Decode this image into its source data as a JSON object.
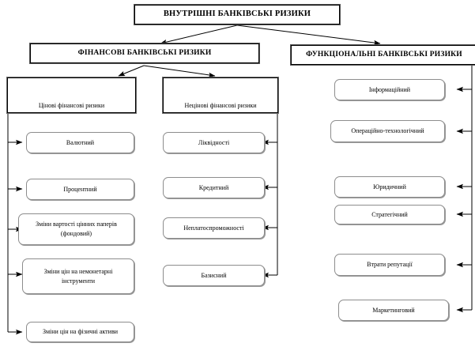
{
  "diagram": {
    "title": "ВНУТРІШНІ БАНКІВСЬКІ РИЗИКИ",
    "type": "hierarchy-tree",
    "root": {
      "label": "ВНУТРІШНІ БАНКІВСЬКІ РИЗИКИ"
    },
    "level1": [
      {
        "label": "ФІНАНСОВІ БАНКІВСЬКІ РИЗИКИ"
      },
      {
        "label": "ФУНКЦІОНАЛЬНІ БАНКІВСЬКІ РИЗИКИ"
      }
    ],
    "groups": [
      {
        "label": "Цінові фінансові ризики"
      },
      {
        "label": "Нецінові фінансові ризики"
      }
    ],
    "price_risks": [
      {
        "line1": "Валютний",
        "line2": ""
      },
      {
        "line1": "Процентний",
        "line2": ""
      },
      {
        "line1": "Зміни вартості цінних паперів",
        "line2": "(фондовий)"
      },
      {
        "line1": "Зміни цін на немонетарні",
        "line2": "інструменти"
      },
      {
        "line1": "Зміни цін на фізичні активи",
        "line2": ""
      }
    ],
    "nonprice_risks": [
      {
        "line1": "Ліквідності",
        "line2": ""
      },
      {
        "line1": "Кредитний",
        "line2": ""
      },
      {
        "line1": "Неплатоспроможності",
        "line2": ""
      },
      {
        "line1": "Базисний",
        "line2": ""
      }
    ],
    "functional_risks": [
      {
        "line1": "Інформаційний",
        "line2": ""
      },
      {
        "line1": "Операційно-технологічний",
        "line2": ""
      },
      {
        "line1": "Юридичний",
        "line2": ""
      },
      {
        "line1": "Стратегічний",
        "line2": ""
      },
      {
        "line1": "Втрати репутації",
        "line2": ""
      },
      {
        "line1": "Маркетинговий",
        "line2": ""
      }
    ],
    "colors": {
      "stroke": "#000000",
      "leaf_stroke": "#8d8d8d",
      "background": "#ffffff",
      "text": "#000000"
    }
  }
}
